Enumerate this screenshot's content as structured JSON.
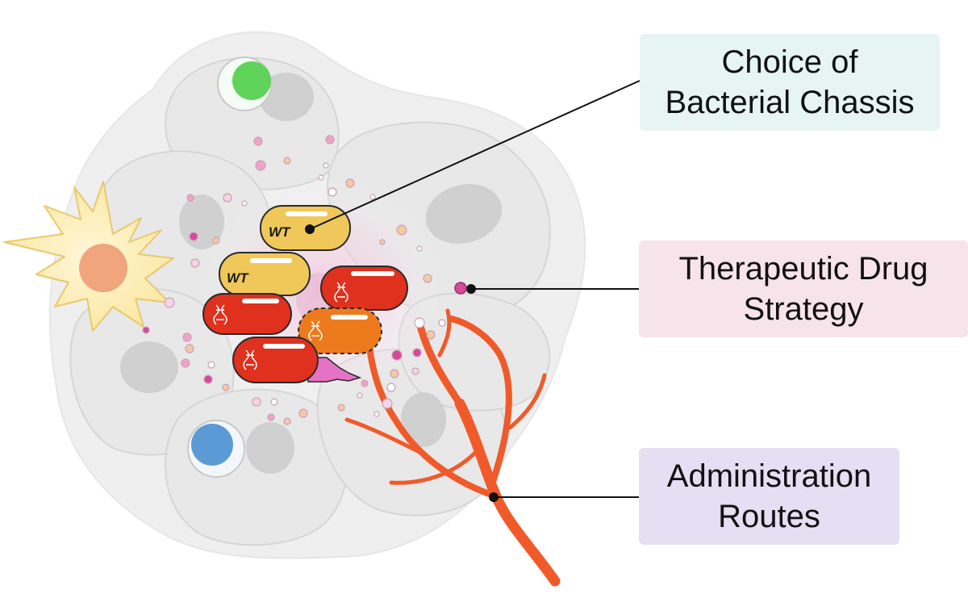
{
  "labels": {
    "chassis": {
      "line1": "Choice of",
      "line2": "Bacterial Chassis",
      "bg": "#e7f5f2"
    },
    "drug": {
      "line1": "Therapeutic Drug",
      "line2": "Strategy",
      "bg": "#f7e4ea"
    },
    "admin": {
      "line1": "Administration",
      "line2": "Routes",
      "bg": "#e6def3"
    }
  },
  "bacteria": {
    "wt_label": "WT"
  },
  "colors": {
    "tumor_outline": "#ececec",
    "cell_fill": "#e9e9e9",
    "nucleus": "#d2d2d2",
    "wt_bacterium": "#f0c85a",
    "engineered_bacterium": "#e0301e",
    "orange_bacterium": "#ee7a1e",
    "blood_vessel": "#f05a2a",
    "green_immune_cell": "#5fd35a",
    "blue_immune_cell": "#5b9bd5",
    "dendritic_cell": "#fbe9a6",
    "drug_particle": "#d6499b"
  }
}
